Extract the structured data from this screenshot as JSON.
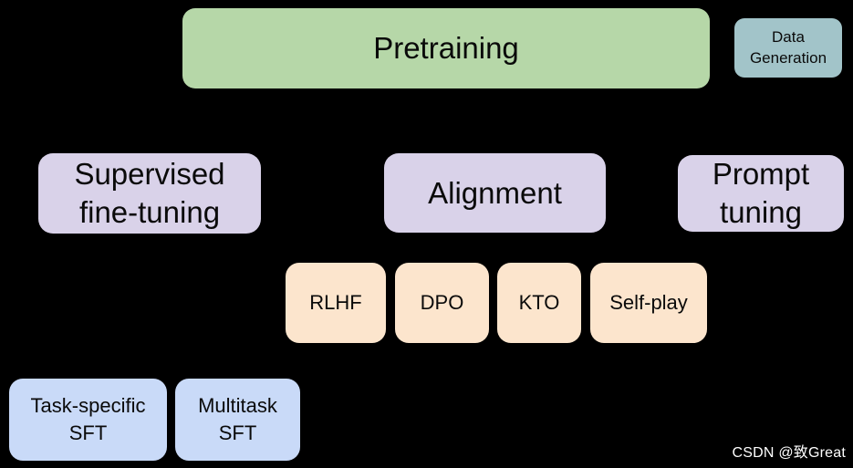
{
  "diagram": {
    "background_color": "#000000",
    "text_color": "#0a0a0a",
    "boxes": {
      "pretraining": {
        "label": "Pretraining",
        "fill": "#b6d7a8"
      },
      "data_generation": {
        "label": "Data\nGeneration",
        "fill": "#a2c4c9"
      },
      "supervised_fine_tuning": {
        "label": "Supervised\nfine-tuning",
        "fill": "#d9d2e9"
      },
      "alignment": {
        "label": "Alignment",
        "fill": "#d9d2e9"
      },
      "prompt_tuning": {
        "label": "Prompt\ntuning",
        "fill": "#d9d2e9"
      },
      "rlhf": {
        "label": "RLHF",
        "fill": "#fce5cd"
      },
      "dpo": {
        "label": "DPO",
        "fill": "#fce5cd"
      },
      "kto": {
        "label": "KTO",
        "fill": "#fce5cd"
      },
      "self_play": {
        "label": "Self-play",
        "fill": "#fce5cd"
      },
      "task_specific_sft": {
        "label": "Task-specific\nSFT",
        "fill": "#c9daf8"
      },
      "multitask_sft": {
        "label": "Multitask\nSFT",
        "fill": "#c9daf8"
      }
    },
    "watermark": {
      "text": "CSDN @致Great",
      "color": "#ffffff"
    }
  }
}
